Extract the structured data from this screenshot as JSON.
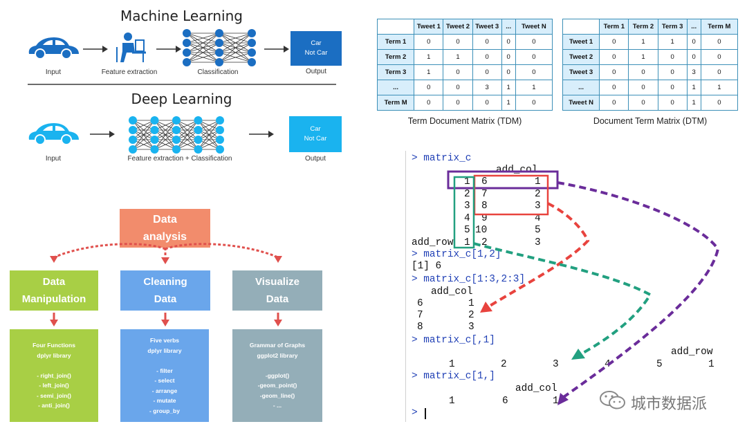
{
  "ml": {
    "title": "Machine Learning",
    "input": "Input",
    "feature": "Feature extraction",
    "classification": "Classification",
    "output_line1": "Car",
    "output_line2": "Not Car",
    "output": "Output",
    "box_color": "#1b6ec2"
  },
  "dl": {
    "title": "Deep Learning",
    "input": "Input",
    "combined": "Feature extraction + Classification",
    "output_line1": "Car",
    "output_line2": "Not Car",
    "output": "Output",
    "box_color": "#1ab3ef"
  },
  "tdm": {
    "caption": "Term Document Matrix (TDM)",
    "header": [
      "",
      "Tweet 1",
      "Tweet 2",
      "Tweet 3",
      "...",
      "Tweet N"
    ],
    "rows": [
      [
        "Term 1",
        "0",
        "0",
        "0",
        "0",
        "0"
      ],
      [
        "Term 2",
        "1",
        "1",
        "0",
        "0",
        "0"
      ],
      [
        "Term 3",
        "1",
        "0",
        "0",
        "0",
        "0"
      ],
      [
        "...",
        "0",
        "0",
        "3",
        "1",
        "1"
      ],
      [
        "Term M",
        "0",
        "0",
        "0",
        "1",
        "0"
      ]
    ]
  },
  "dtm": {
    "caption": "Document Term Matrix (DTM)",
    "header": [
      "",
      "Term 1",
      "Term 2",
      "Term 3",
      "...",
      "Term M"
    ],
    "rows": [
      [
        "Tweet 1",
        "0",
        "1",
        "1",
        "0",
        "0"
      ],
      [
        "Tweet 2",
        "0",
        "1",
        "0",
        "0",
        "0"
      ],
      [
        "Tweet 3",
        "0",
        "0",
        "0",
        "3",
        "0"
      ],
      [
        "...",
        "0",
        "0",
        "0",
        "1",
        "1"
      ],
      [
        "Tweet N",
        "0",
        "0",
        "0",
        "1",
        "0"
      ]
    ]
  },
  "flow": {
    "top_line1": "Data",
    "top_line2": "analysis",
    "top_color": "#f28c6c",
    "arrow_color": "#e0504d",
    "boxes": [
      {
        "title_line1": "Data",
        "title_line2": "Manipulation",
        "desc": [
          "Four Functions",
          "dplyr library",
          "",
          "- right_join()",
          "- left_join()",
          "- semi_join()",
          "- anti_join()"
        ],
        "color": "#a8cf45"
      },
      {
        "title_line1": "Cleaning",
        "title_line2": "Data",
        "desc": [
          "Five verbs",
          "dplyr library",
          "",
          "- filter",
          "- select",
          "- arrange",
          "- mutate",
          "- group_by"
        ],
        "color": "#6aa6eb"
      },
      {
        "title_line1": "Visualize",
        "title_line2": "Data",
        "desc": [
          "Grammar of Graphs",
          "ggplot2 library",
          "",
          "-ggplot()",
          "-geom_point()",
          "-geom_line()",
          "- ..."
        ],
        "color": "#94aeb8"
      }
    ]
  },
  "console": {
    "prompt1": "> matrix_c",
    "colhdr": "add_col",
    "rows": [
      {
        "name": "",
        "idx": "1",
        "a": "6",
        "b": "1"
      },
      {
        "name": "",
        "idx": "2",
        "a": "7",
        "b": "2"
      },
      {
        "name": "",
        "idx": "3",
        "a": "8",
        "b": "3"
      },
      {
        "name": "",
        "idx": "4",
        "a": "9",
        "b": "4"
      },
      {
        "name": "",
        "idx": "5",
        "a": "10",
        "b": "5"
      },
      {
        "name": "add_row",
        "idx": "1",
        "a": "2",
        "b": "3"
      }
    ],
    "prompt2": "> matrix_c[1,2]",
    "out2": "[1] 6",
    "prompt3": "> matrix_c[1:3,2:3]",
    "out3_hdr": "add_col",
    "out3_rows": [
      [
        "6",
        "1"
      ],
      [
        "7",
        "2"
      ],
      [
        "8",
        "3"
      ]
    ],
    "prompt4": "> matrix_c[,1]",
    "out4_name": "add_row",
    "out4_vals": [
      "1",
      "2",
      "3",
      "4",
      "5",
      "1"
    ],
    "prompt5": "> matrix_c[1,]",
    "out5_hdr": "add_col",
    "out5_vals": [
      "1",
      "6",
      "1"
    ],
    "prompt6": "> ",
    "colors": {
      "purple": "#6a2c9a",
      "red": "#e8433e",
      "green": "#22a080"
    }
  },
  "watermark": "城市数据派"
}
